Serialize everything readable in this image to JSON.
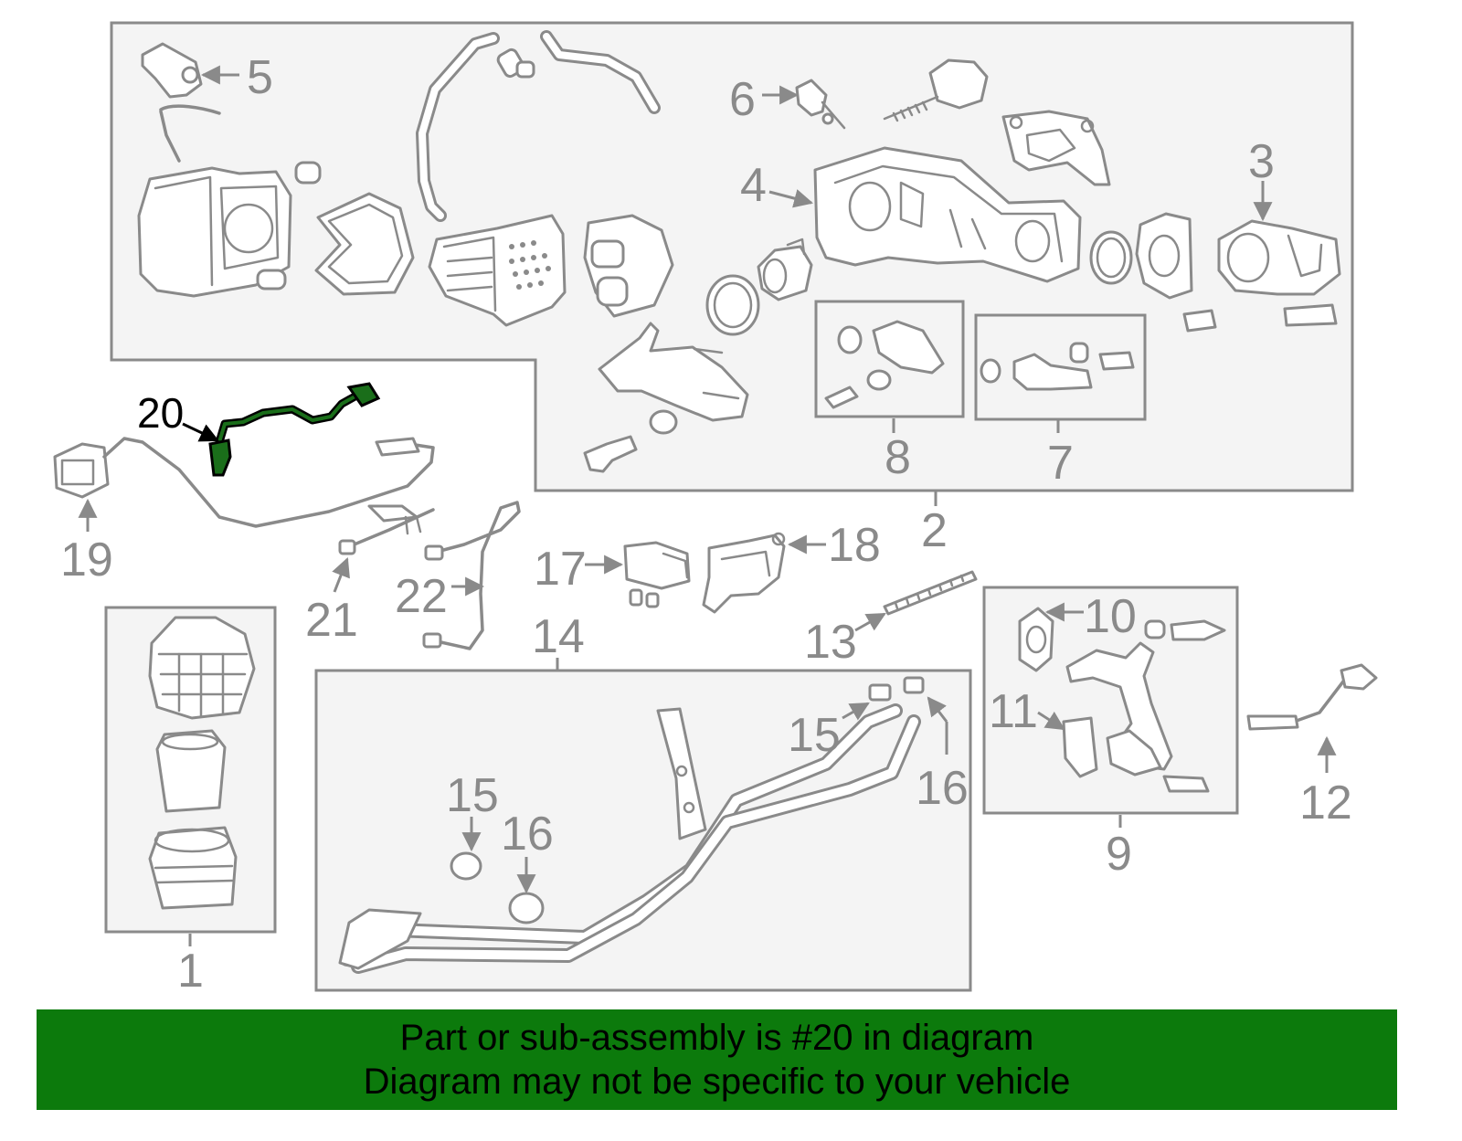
{
  "callouts": {
    "c1": "1",
    "c2": "2",
    "c3": "3",
    "c4": "4",
    "c5": "5",
    "c6": "6",
    "c7": "7",
    "c8": "8",
    "c9": "9",
    "c10": "10",
    "c11": "11",
    "c12": "12",
    "c13": "13",
    "c14": "14",
    "c15a": "15",
    "c15b": "15",
    "c16a": "16",
    "c16b": "16",
    "c17": "17",
    "c18": "18",
    "c19": "19",
    "c20": "20",
    "c21": "21",
    "c22": "22"
  },
  "banner": {
    "line1": "Part or sub-assembly is #20 in diagram",
    "line2": "Diagram may not be specific to your vehicle"
  },
  "colors": {
    "line": "#8a8a8a",
    "highlight": "#1a6e1a",
    "banner": "#0c7a0c",
    "box_fill": "#f4f4f4"
  }
}
